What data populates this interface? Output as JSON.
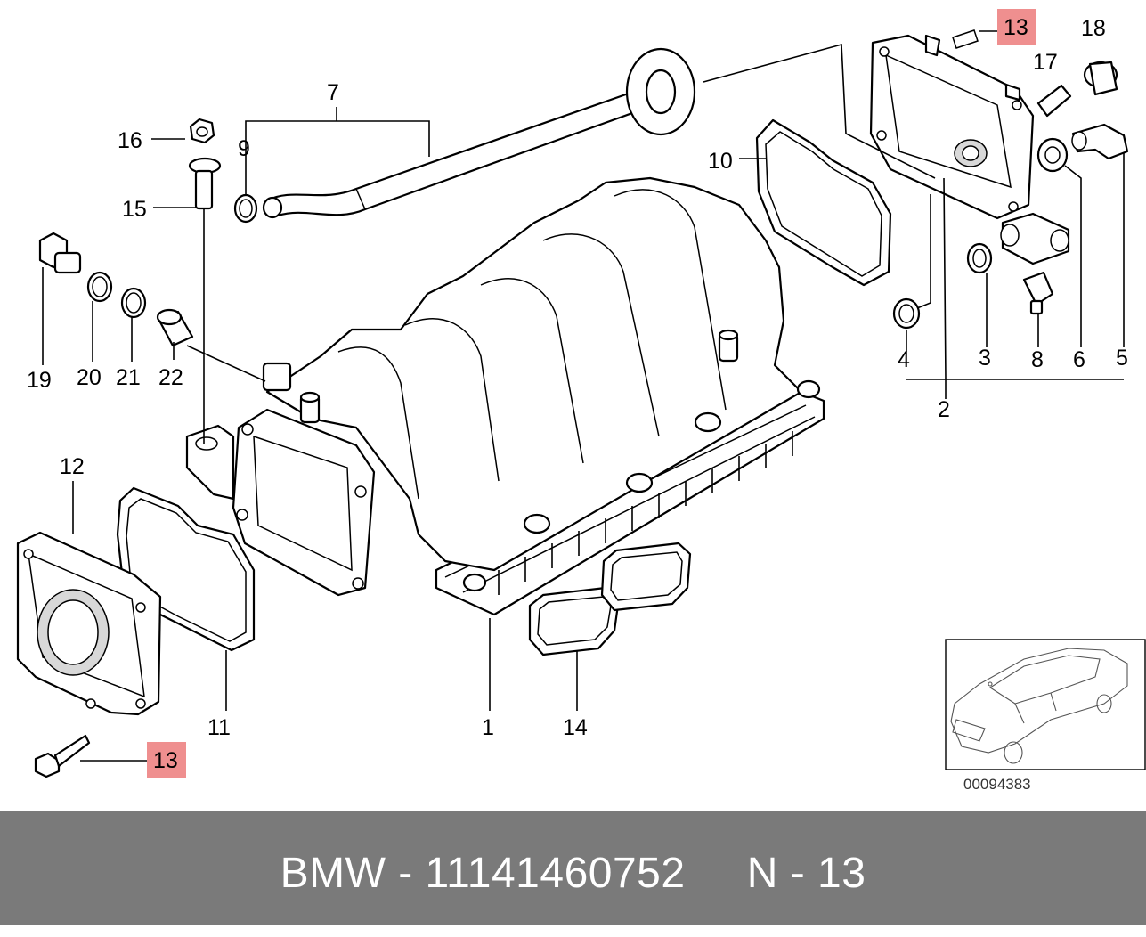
{
  "callouts": {
    "c1": "1",
    "c2": "2",
    "c3": "3",
    "c4": "4",
    "c5": "5",
    "c6": "6",
    "c7": "7",
    "c8": "8",
    "c9": "9",
    "c10": "10",
    "c11": "11",
    "c12": "12",
    "c13a": "13",
    "c13b": "13",
    "c14": "14",
    "c15": "15",
    "c16": "16",
    "c17": "17",
    "c18": "18",
    "c19": "19",
    "c20": "20",
    "c21": "21",
    "c22": "22"
  },
  "highlight_color": "#ef8f8f",
  "inset": {
    "image_number": "00094383"
  },
  "footer": {
    "text": "BMW - 11141460752     N - 13",
    "background": "#7a7a7a"
  }
}
